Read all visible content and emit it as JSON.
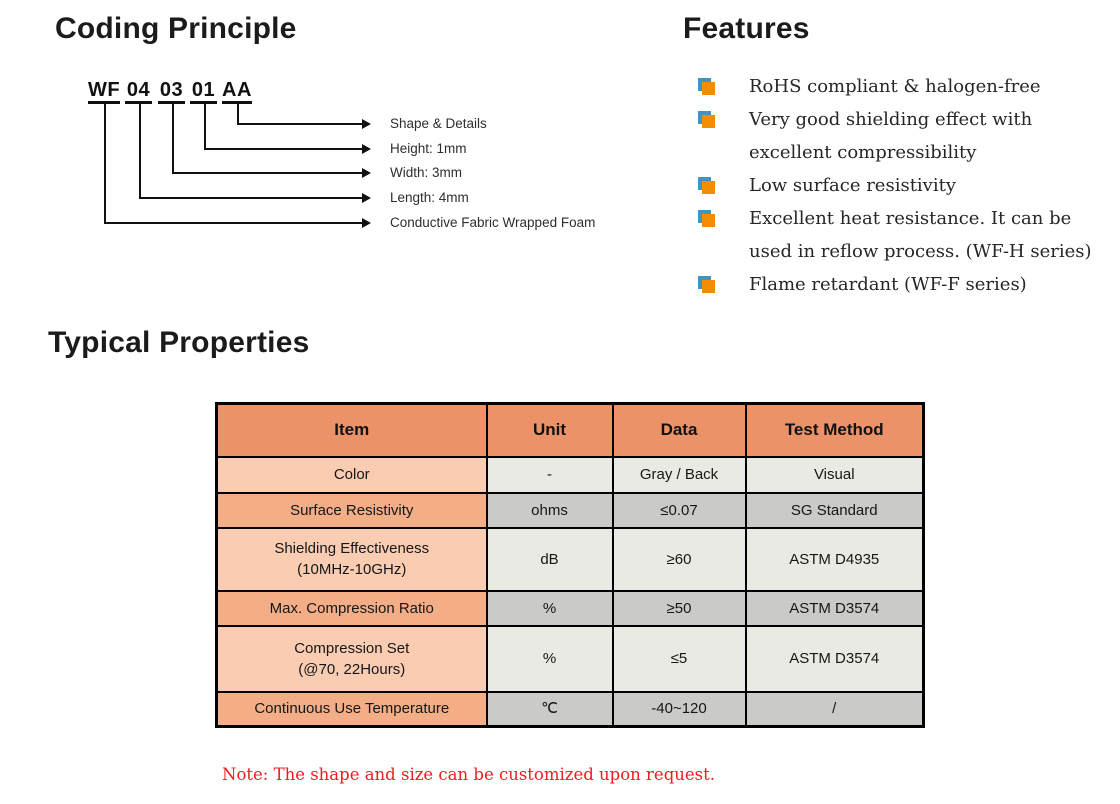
{
  "coding_principle": {
    "title": "Coding Principle",
    "entries": [
      {
        "code": "WF",
        "label": "Conductive Fabric Wrapped Foam"
      },
      {
        "code": "04",
        "label": "Length: 4mm"
      },
      {
        "code": "03",
        "label": "Width: 3mm"
      },
      {
        "code": "01",
        "label": "Height: 1mm"
      },
      {
        "code": "AA",
        "label": "Shape & Details"
      }
    ]
  },
  "features": {
    "title": "Features",
    "items": [
      {
        "lines": [
          "RoHS compliant & halogen-free"
        ]
      },
      {
        "lines": [
          "Very good shielding effect with",
          "excellent compressibility"
        ]
      },
      {
        "lines": [
          "Low surface resistivity"
        ]
      },
      {
        "lines": [
          "Excellent heat resistance. It can be",
          "used in reflow process. (WF-H series)"
        ]
      },
      {
        "lines": [
          "Flame retardant (WF-F series)"
        ]
      }
    ]
  },
  "typical_properties": {
    "title": "Typical Properties",
    "table": {
      "headers": [
        "Item",
        "Unit",
        "Data",
        "Test Method"
      ],
      "rows": [
        {
          "item": [
            "Color"
          ],
          "unit": "-",
          "data": "Gray / Back",
          "test_method": "Visual"
        },
        {
          "item": [
            "Surface Resistivity"
          ],
          "unit": "ohms",
          "data": "≤0.07",
          "test_method": "SG Standard"
        },
        {
          "item": [
            "Shielding Effectiveness",
            "(10MHz-10GHz)"
          ],
          "unit": "dB",
          "data": "≥60",
          "test_method": "ASTM D4935"
        },
        {
          "item": [
            "Max. Compression Ratio"
          ],
          "unit": "%",
          "data": "≥50",
          "test_method": "ASTM D3574"
        },
        {
          "item": [
            "Compression Set",
            "(@70, 22Hours)"
          ],
          "unit": "%",
          "data": "≤5",
          "test_method": "ASTM D3574"
        },
        {
          "item": [
            "Continuous Use Temperature"
          ],
          "unit": "℃",
          "data": "-40~120",
          "test_method": "/"
        }
      ]
    },
    "note": "Note: The shape and size can be customized upon request."
  },
  "colors": {
    "table_header_bg": "#EC9268",
    "peach_light": "#FACDB3",
    "peach_dark": "#F3AE88",
    "gray_light": "#EAEAE5",
    "gray_dark": "#CACAC6",
    "bullet_orange": "#F28C00",
    "bullet_blue": "#4293C4",
    "note_red": "#ED1D1D"
  }
}
